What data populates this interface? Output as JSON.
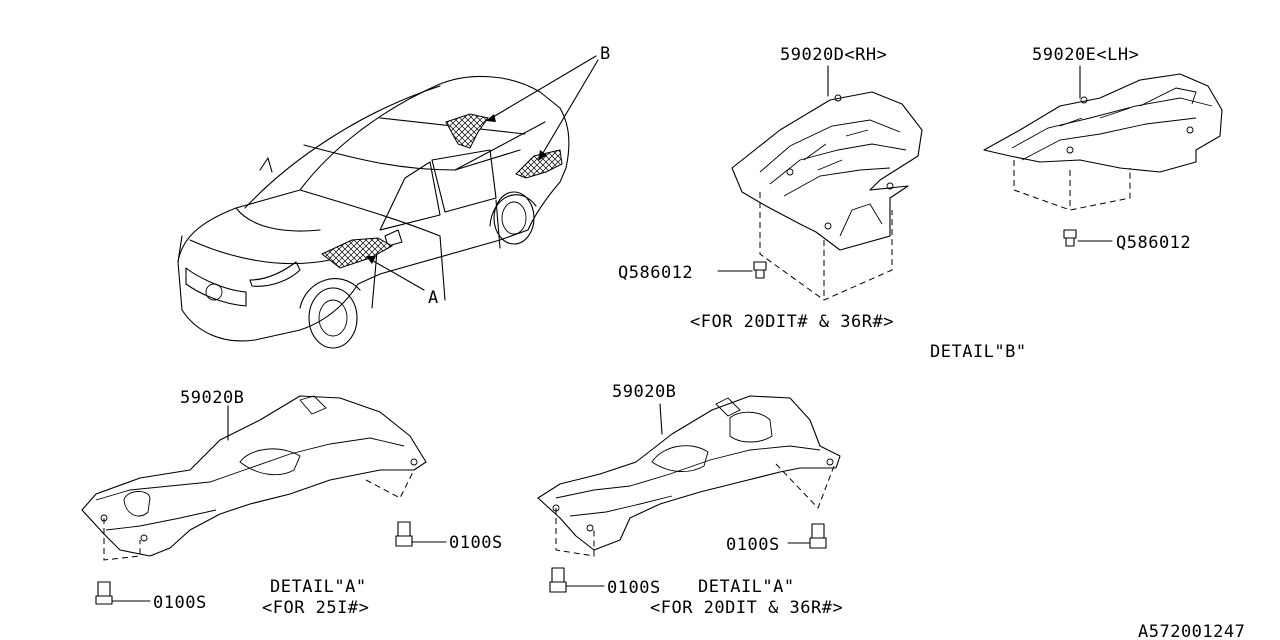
{
  "labels": {
    "callout_a": "A",
    "callout_b": "B",
    "part_rh": "59020D<RH>",
    "part_lh": "59020E<LH>",
    "bolt_b_left": "Q586012",
    "bolt_b_right": "Q586012",
    "note_b": "<FOR 20DIT# & 36R#>",
    "detail_b": "DETAIL\"B\"",
    "part_a_left": "59020B",
    "part_a_right": "59020B",
    "bolt_a1": "0100S",
    "bolt_a2": "0100S",
    "bolt_a3": "0100S",
    "bolt_a4": "0100S",
    "detail_a_left": "DETAIL\"A\"",
    "note_a_left": "<FOR 25I#>",
    "detail_a_right": "DETAIL\"A\"",
    "note_a_right": "<FOR 20DIT & 36R#>",
    "diagram_id": "A572001247"
  }
}
